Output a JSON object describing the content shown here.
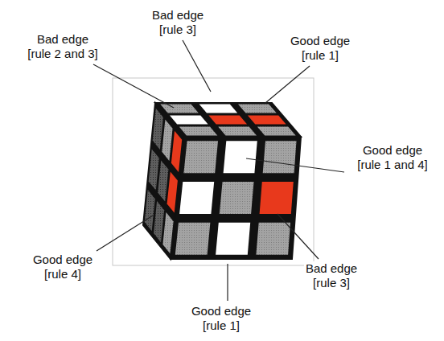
{
  "diagram": {
    "labels": [
      "Bad edge",
      "[rule 3]",
      "Bad edge",
      "[rule 2 and 3]",
      "Good edge",
      "[rule 1]",
      "Good edge",
      "[rule 1 and 4]",
      "Good edge",
      "[rule 4]",
      "Bad edge",
      "[rule 3]",
      "Good edge",
      "[rule 1]"
    ]
  }
}
